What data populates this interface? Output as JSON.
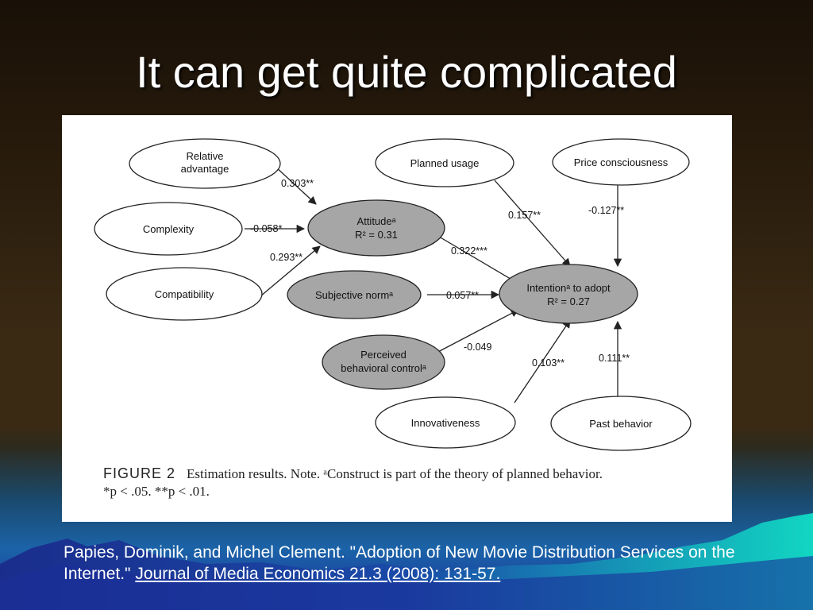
{
  "slide": {
    "title": "It can get quite complicated",
    "citation_prefix": "Papies, Dominik, and Michel Clement. \"Adoption of New Movie Distribution Services on the Internet.\"",
    "citation_link": "Journal of Media Economics 21.3 (2008): 131-57."
  },
  "figure": {
    "caption_label": "FIGURE 2",
    "caption_line1": "Estimation results. Note. ᵃConstruct is part of the theory of planned behavior.",
    "caption_line2": "*p < .05. **p < .01.",
    "nodes": {
      "relative_advantage": [
        "Relative",
        "advantage"
      ],
      "complexity": "Complexity",
      "compatibility": "Compatibility",
      "attitude": [
        "Attitudeᵃ",
        "R² = 0.31"
      ],
      "subjective_norm": "Subjective normᵃ",
      "perceived_control": [
        "Perceived",
        "behavioral controlᵃ"
      ],
      "planned_usage": "Planned usage",
      "price_consciousness": "Price consciousness",
      "intention": [
        "Intentionᵃ to adopt",
        "R² = 0.27"
      ],
      "innovativeness": "Innovativeness",
      "past_behavior": "Past behavior"
    },
    "edges": {
      "relative_advantage_attitude": "0.303**",
      "complexity_attitude": "-0.058*",
      "compatibility_attitude": "0.293**",
      "attitude_intention": "0.322***",
      "subjective_norm_intention": "0.057**",
      "perceived_control_intention": "-0.049",
      "planned_usage_intention": "0.157**",
      "price_consciousness_intention": "-0.127**",
      "innovativeness_intention": "0.103**",
      "past_behavior_intention": "0.111**"
    },
    "colors": {
      "construct_fill": "#a6a6a6",
      "observed_fill": "#ffffff",
      "stroke": "#222222"
    }
  }
}
